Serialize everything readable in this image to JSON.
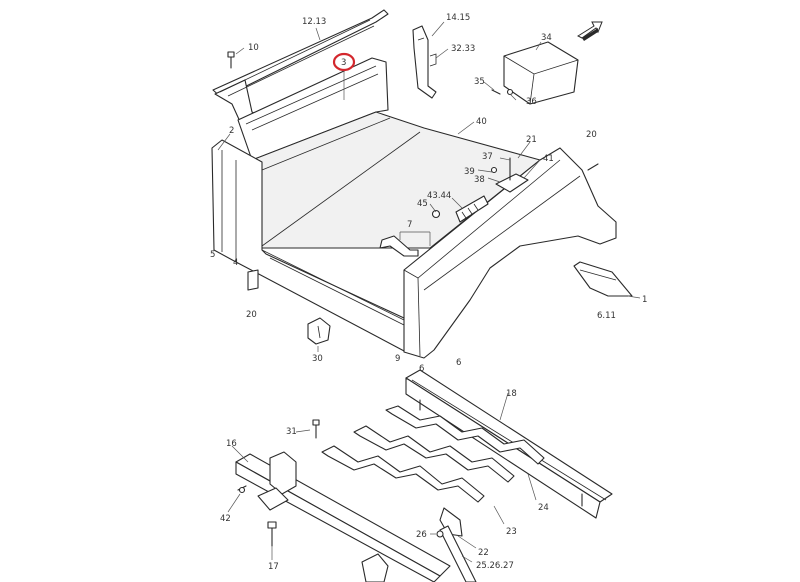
{
  "diagram": {
    "highlight_color": "#d3272d",
    "labels": {
      "p1213": "12.13",
      "p1415": "14.15",
      "p3233": "32.33",
      "p34": "34",
      "p10": "10",
      "p3": "3",
      "p35": "35",
      "p36": "36",
      "p40": "40",
      "p2a": "2",
      "p2b": "20",
      "p21": "21",
      "p37": "37",
      "p39": "39",
      "p38": "38",
      "p41": "41",
      "p4344": "43.44",
      "p45": "45",
      "p7": "7",
      "p5": "5",
      "p4": "4",
      "p20": "20",
      "p1": "1",
      "p611": "6.11",
      "p30": "30",
      "p9": "9",
      "p6a": "6",
      "p6b": "6",
      "p18": "18",
      "p31": "31",
      "p16": "16",
      "p24": "24",
      "p42": "42",
      "p23": "23",
      "p26": "26",
      "p22": "22",
      "p252627": "25.26.27",
      "p17": "17"
    },
    "icons": [
      "front-arrow-icon"
    ]
  }
}
